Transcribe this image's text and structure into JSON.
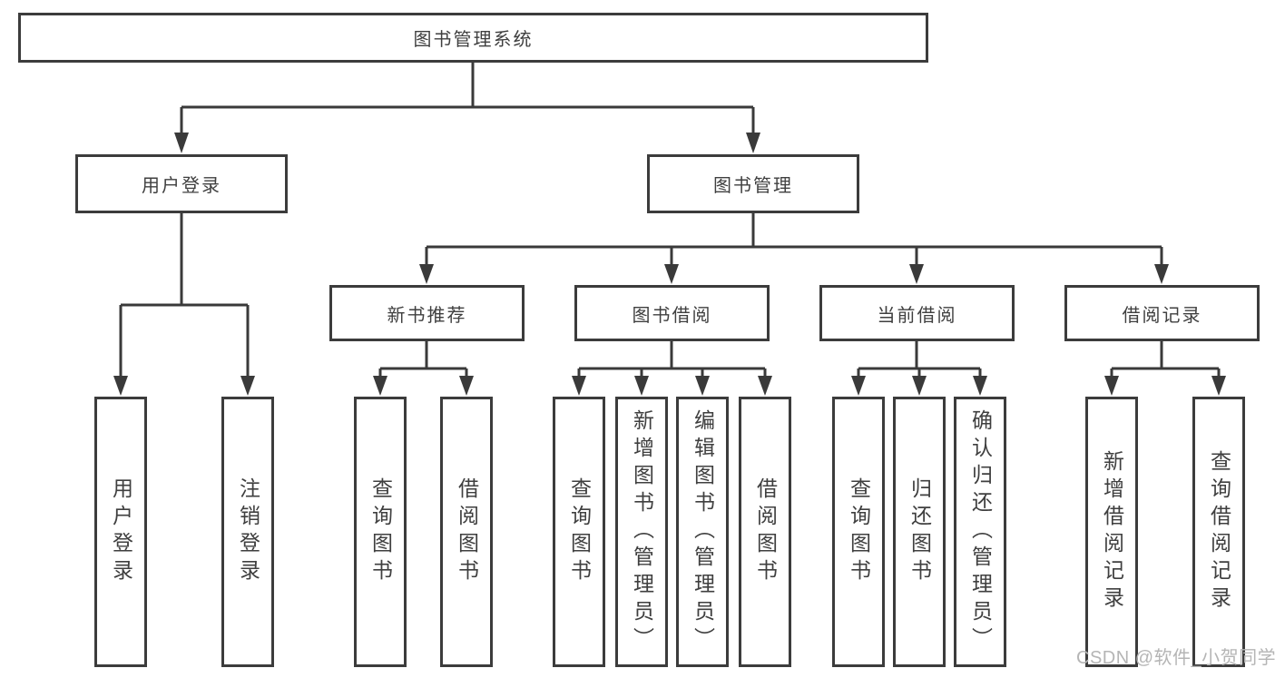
{
  "diagram": {
    "type": "hierarchy-tree",
    "nodes": {
      "root": "图书管理系统",
      "user_login": "用户登录",
      "book_mgmt": "图书管理",
      "leaf_user_login": "用户登录",
      "leaf_logout": "注销登录",
      "new_book_rec": "新书推荐",
      "book_borrow": "图书借阅",
      "current_borrow": "当前借阅",
      "borrow_records": "借阅记录",
      "nbr_query_books": "查询图书",
      "nbr_borrow_books": "借阅图书",
      "bb_query_books": "查询图书",
      "bb_add_books": "新增图书（管理员）",
      "bb_edit_books": "编辑图书（管理员）",
      "bb_borrow_books": "借阅图书",
      "cb_query_books": "查询图书",
      "cb_return_books": "归还图书",
      "cb_confirm_return": "确认归还（管理员）",
      "br_add_record": "新增借阅记录",
      "br_query_record": "查询借阅记录"
    },
    "hierarchy": {
      "root": {
        "user_login": [
          "leaf_user_login",
          "leaf_logout"
        ],
        "book_mgmt": {
          "new_book_rec": [
            "nbr_query_books",
            "nbr_borrow_books"
          ],
          "book_borrow": [
            "bb_query_books",
            "bb_add_books",
            "bb_edit_books",
            "bb_borrow_books"
          ],
          "current_borrow": [
            "cb_query_books",
            "cb_return_books",
            "cb_confirm_return"
          ],
          "borrow_records": [
            "br_add_record",
            "br_query_record"
          ]
        }
      }
    },
    "colors": {
      "line": "#3a3a3a",
      "box_border": "#3c3c3c",
      "text": "#3f3f3f",
      "background": "#ffffff",
      "watermark": "#b5b5b5"
    }
  },
  "watermark": {
    "text": "CSDN @软件_小贺同学"
  }
}
